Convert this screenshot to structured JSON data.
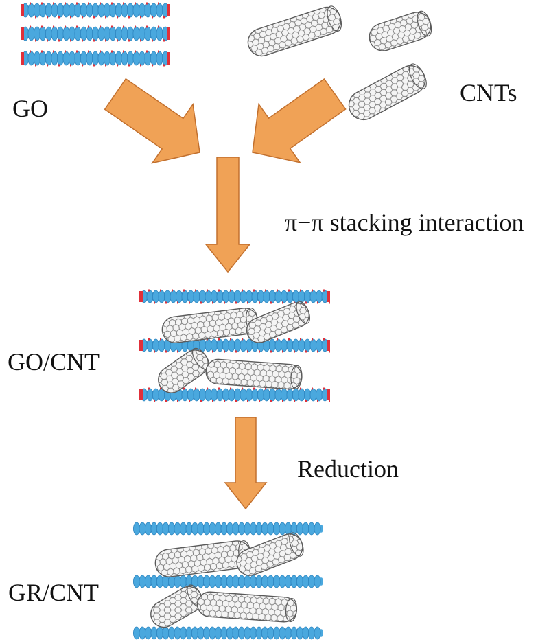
{
  "labels": {
    "go": "GO",
    "cnts": "CNTs",
    "interaction": "π−π stacking interaction",
    "go_cnt": "GO/CNT",
    "reduction": "Reduction",
    "gr_cnt": "GR/CNT"
  },
  "colors": {
    "sheet_fill": "#4aa8de",
    "sheet_dark": "#2f86c0",
    "oxygen_groups": "#e0303a",
    "arrow_fill": "#f0a256",
    "arrow_stroke": "#c2702e",
    "nanotube_stroke": "#5a5a5a",
    "nanotube_fill": "#f4f4f4",
    "text": "#111111"
  },
  "icons": {
    "go_sheet": "graphene-oxide-sheet-icon",
    "gr_sheet": "reduced-graphene-sheet-icon",
    "nanotube": "carbon-nanotube-icon",
    "arrow": "process-arrow-icon"
  }
}
